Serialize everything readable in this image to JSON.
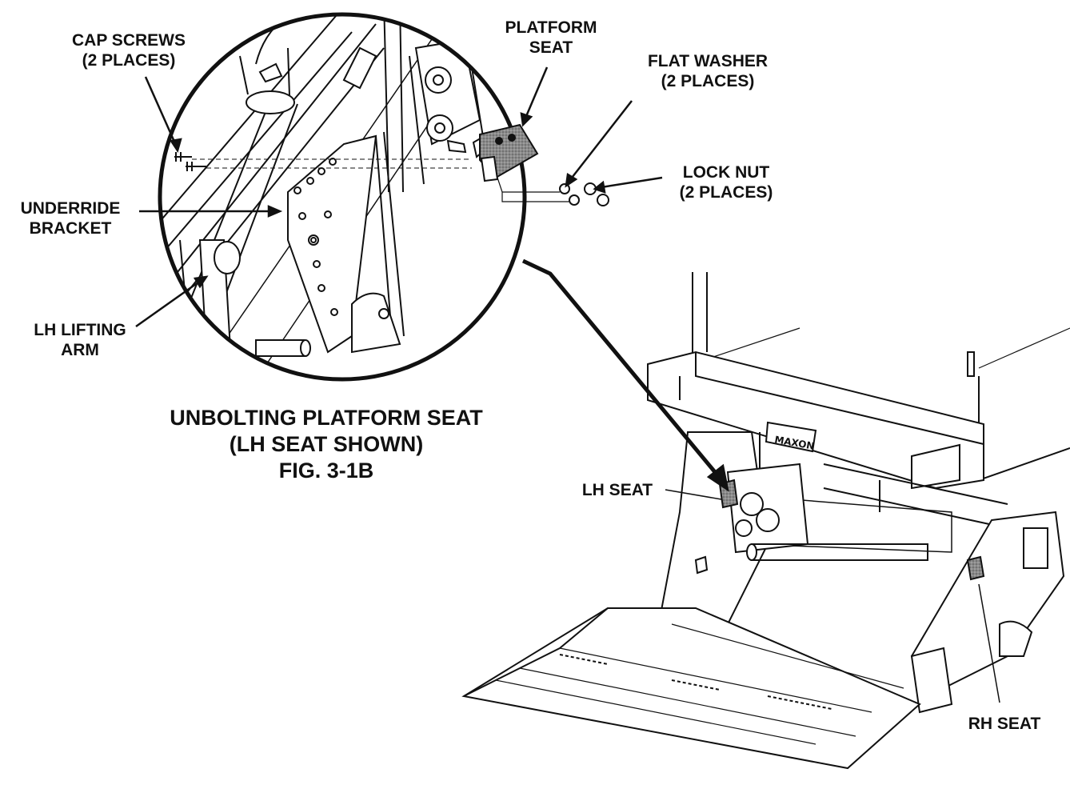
{
  "callouts": {
    "cap_screws": [
      "CAP SCREWS",
      "(2 PLACES)"
    ],
    "platform_seat": [
      "PLATFORM",
      "SEAT"
    ],
    "flat_washer": [
      "FLAT WASHER",
      "(2 PLACES)"
    ],
    "lock_nut": [
      "LOCK NUT",
      "(2 PLACES)"
    ],
    "underride_bracket": [
      "UNDERRIDE",
      "BRACKET"
    ],
    "lh_lifting_arm": [
      "LH LIFTING",
      "ARM"
    ],
    "lh_seat": "LH SEAT",
    "rh_seat": "RH SEAT"
  },
  "figure_caption": [
    "UNBOLTING PLATFORM SEAT",
    "(LH SEAT SHOWN)",
    "FIG. 3-1B"
  ],
  "brand_plate": "MAXON",
  "colors": {
    "ink": "#111111",
    "seat_fill": "#7a7a7a",
    "background": "#ffffff"
  }
}
